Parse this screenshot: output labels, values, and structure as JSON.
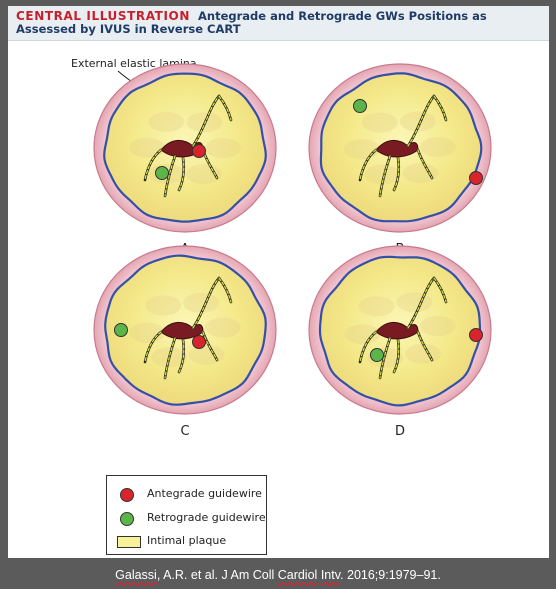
{
  "header": {
    "tag": "CENTRAL ILLUSTRATION",
    "title": "Antegrade and Retrograde GWs Positions as Assessed by IVUS in Reverse CART"
  },
  "annotation": {
    "label": "External elastic lamina"
  },
  "panels": [
    {
      "label": "A",
      "antegrade": "inside plaque, on dissection near center",
      "retrograde": "inside plaque, on dissection"
    },
    {
      "label": "B",
      "antegrade": "subintimal, right edge",
      "retrograde": "subintimal, upper-left edge"
    },
    {
      "label": "C",
      "antegrade": "inside plaque, on dissection near center",
      "retrograde": "subintimal, left edge"
    },
    {
      "label": "D",
      "antegrade": "subintimal, right edge",
      "retrograde": "inside plaque, on dissection"
    }
  ],
  "legend": {
    "antegrade_label": "Antegrade guidewire",
    "retrograde_label": "Retrograde guidewire",
    "plaque_label": "Intimal plaque"
  },
  "colors": {
    "antegrade": "#d8242b",
    "retrograde": "#5cb548",
    "plaque": "#f7f29a",
    "adventitia": "#e9a3b0",
    "lamina": "#3550a8",
    "header_tag": "#c8202a",
    "header_title": "#1f3c66"
  },
  "citation": {
    "author": "Galassi",
    "initials": ", A.R. et al. J Am Coll ",
    "journal1": "Cardiol",
    "space": " ",
    "journal2": "Intv",
    "rest": ". 2016;9:1979–91."
  }
}
